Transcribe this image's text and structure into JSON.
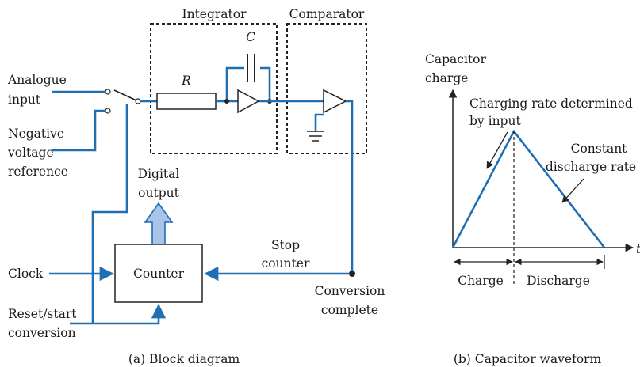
{
  "block_diagram": {
    "caption": "(a) Block diagram",
    "integrator_label": "Integrator",
    "comparator_label": "Comparator",
    "capacitor_symbol": "C",
    "resistor_symbol": "R",
    "analogue_input": [
      "Analogue",
      "input"
    ],
    "negative_reference": [
      "Negative",
      "voltage",
      "reference"
    ],
    "digital_output": [
      "Digital",
      "output"
    ],
    "counter_label": "Counter",
    "clock_label": "Clock",
    "reset_start": [
      "Reset/start",
      "conversion"
    ],
    "stop_counter": [
      "Stop",
      "counter"
    ],
    "conversion_complete": [
      "Conversion",
      "complete"
    ]
  },
  "waveform": {
    "caption": "(b) Capacitor waveform",
    "y_axis_label": [
      "Capacitor",
      "charge"
    ],
    "x_axis_label": "t",
    "charging_note": [
      "Charging rate determined",
      "by input"
    ],
    "constant_note": [
      "Constant",
      "discharge rate"
    ],
    "charge_label": "Charge",
    "discharge_label": "Discharge"
  },
  "colors": {
    "wire": "#1f6fb2",
    "arrow_fill": "#a9c4e6"
  }
}
